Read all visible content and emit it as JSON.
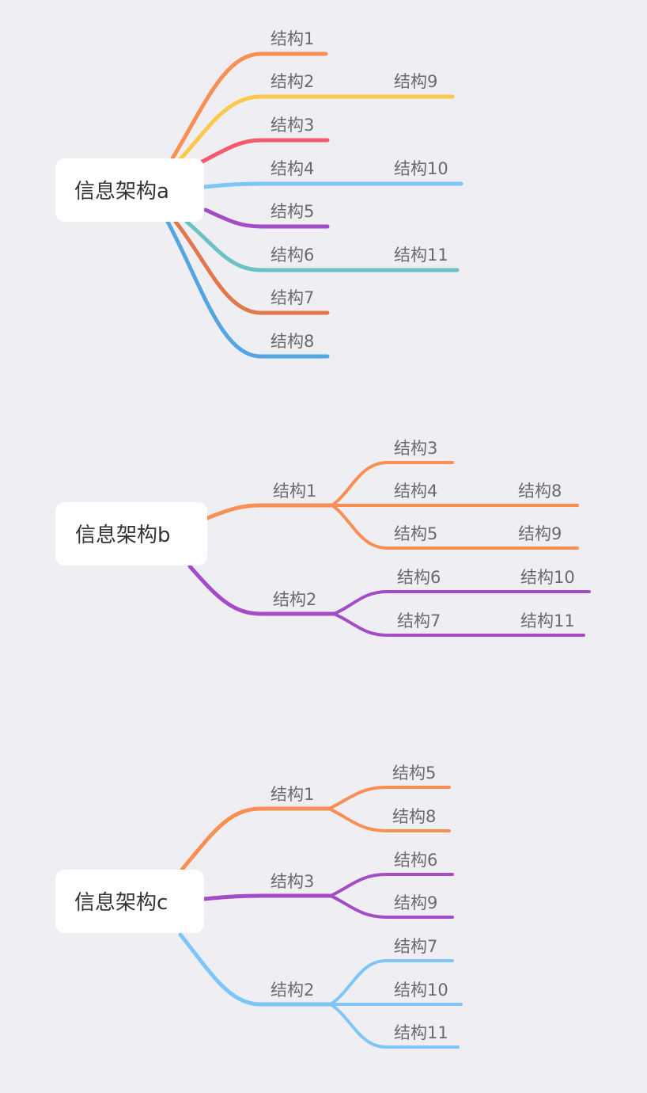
{
  "maps": [
    {
      "root": "信息架构a",
      "colors": [
        "#f98f52",
        "#fac84a",
        "#f45a6b",
        "#7ec6f7",
        "#a44bc7",
        "#6ac2c5",
        "#e0784c",
        "#55a6e0"
      ],
      "branches": [
        {
          "label": "结构1"
        },
        {
          "label": "结构2",
          "child": "结构9"
        },
        {
          "label": "结构3"
        },
        {
          "label": "结构4",
          "child": "结构10"
        },
        {
          "label": "结构5"
        },
        {
          "label": "结构6",
          "child": "结构11"
        },
        {
          "label": "结构7"
        },
        {
          "label": "结构8"
        }
      ]
    },
    {
      "root": "信息架构b",
      "colors": [
        "#f98f52",
        "#a44bc7"
      ],
      "branches": [
        {
          "label": "结构1",
          "children": [
            {
              "label": "结构3"
            },
            {
              "label": "结构4",
              "child": "结构8"
            },
            {
              "label": "结构5",
              "child": "结构9"
            }
          ]
        },
        {
          "label": "结构2",
          "children": [
            {
              "label": "结构6",
              "child": "结构10"
            },
            {
              "label": "结构7",
              "child": "结构11"
            }
          ]
        }
      ]
    },
    {
      "root": "信息架构c",
      "colors": [
        "#f98f52",
        "#a44bc7",
        "#7ec6f7"
      ],
      "branches": [
        {
          "label": "结构1",
          "children": [
            {
              "label": "结构5"
            },
            {
              "label": "结构8"
            }
          ]
        },
        {
          "label": "结构3",
          "children": [
            {
              "label": "结构6"
            },
            {
              "label": "结构9"
            }
          ]
        },
        {
          "label": "结构2",
          "children": [
            {
              "label": "结构7"
            },
            {
              "label": "结构10"
            },
            {
              "label": "结构11"
            }
          ]
        }
      ]
    }
  ]
}
